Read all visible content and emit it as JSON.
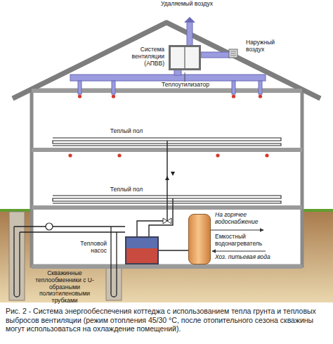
{
  "diagram": {
    "caption": "Рис. 2 - Система энергообеспечения коттеджа с использованием тепла грунта и тепловых выбросов вентиляции (режим отопления 45/30 °С, после отопительного сезона скважины могут использоваться на охлаждение помещений).",
    "nodes": [
      {
        "text": [
          "Система вентиляции (АПВВ)"
        ]
      },
      {
        "text": [
          "Тепловой насос"
        ]
      },
      {
        "text": [
          "Емкостный водонагреватель"
        ]
      }
    ],
    "edges": [
      {
        "from": 1,
        "to": 2,
        "arrow": "none"
      }
    ],
    "labels": [
      "Удаляемый воздух",
      "Наружный воздух",
      "Теплоутилизатор",
      "Теплый пол",
      "Теплый пол",
      "На горячее водоснабжение",
      "Хоз. питьевая вода",
      "Скважинные теплообменники с U-образными полиэтиленовыми трубками"
    ]
  }
}
